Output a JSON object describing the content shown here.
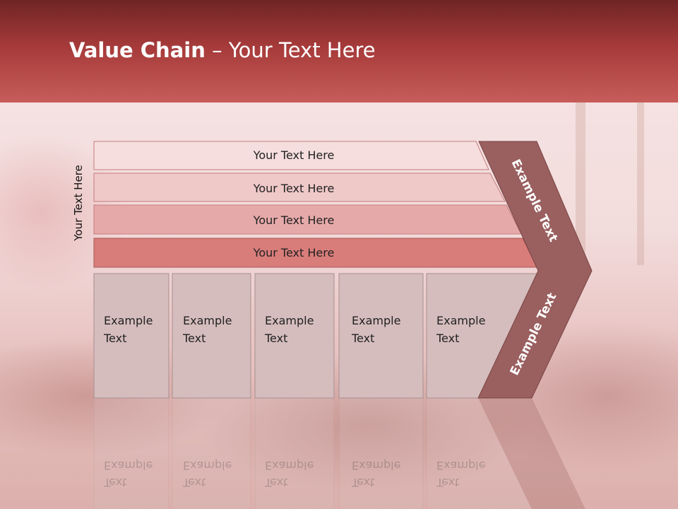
{
  "slide": {
    "title_bold": "Value Chain",
    "title_rest": " – Your Text Here",
    "side_label": "Your Text Here",
    "bars": [
      {
        "label": "Your Text Here",
        "color": "#f6dede"
      },
      {
        "label": "Your Text Here",
        "color": "#efc8c8"
      },
      {
        "label": "Your Text Here",
        "color": "#e6a9a9"
      },
      {
        "label": "Your Text Here",
        "color": "#d97d7a"
      }
    ],
    "boxes": [
      {
        "line1": "Example",
        "line2": "Text"
      },
      {
        "line1": "Example",
        "line2": "Text"
      },
      {
        "line1": "Example",
        "line2": "Text"
      },
      {
        "line1": "Example",
        "line2": "Text"
      },
      {
        "line1": "Example",
        "line2": "Text"
      }
    ],
    "chevron_upper": "Example Text",
    "chevron_lower": "Example Text",
    "chevron_color": "#9a5f5f",
    "header_color": "#a63a3a"
  }
}
